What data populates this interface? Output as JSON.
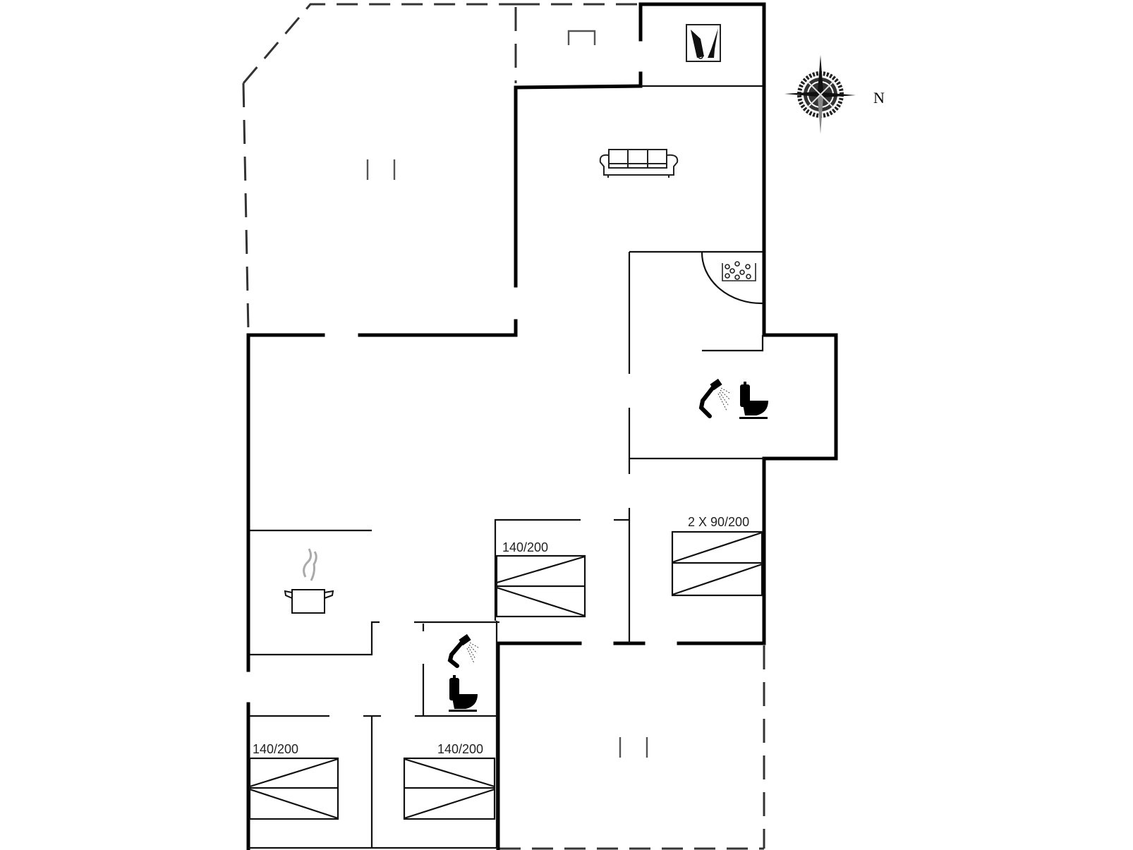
{
  "plan": {
    "compass": {
      "label": "N",
      "icon": "compass-rose-icon"
    },
    "rooms": [
      {
        "id": "terrace-top",
        "type": "terrace",
        "icon": "terrace-marker-icon"
      },
      {
        "id": "carport",
        "type": "outdoor",
        "icon": "carport-icon"
      },
      {
        "id": "utility",
        "type": "utility",
        "icon": "cleaning-tools-icon"
      },
      {
        "id": "living",
        "type": "living-room",
        "icon": "sofa-icon"
      },
      {
        "id": "spa",
        "type": "spa",
        "icon": "whirlpool-icon"
      },
      {
        "id": "bathroom-1",
        "type": "bathroom",
        "icons": [
          "shower-icon",
          "toilet-icon"
        ]
      },
      {
        "id": "kitchen",
        "type": "kitchen",
        "icon": "cooking-pot-icon"
      },
      {
        "id": "bathroom-2",
        "type": "bathroom",
        "icons": [
          "shower-icon",
          "toilet-icon"
        ]
      },
      {
        "id": "terrace-bottom",
        "type": "terrace",
        "icon": "terrace-marker-icon"
      }
    ],
    "beds": [
      {
        "id": "bedroom-1",
        "label": "140/200"
      },
      {
        "id": "bedroom-2",
        "label": "2 X 90/200"
      },
      {
        "id": "bedroom-3",
        "label": "140/200"
      },
      {
        "id": "bedroom-4",
        "label": "140/200"
      }
    ],
    "colors": {
      "wall": "#000000",
      "outline": "#333333",
      "background": "#ffffff",
      "steam": "#aaaaaa"
    }
  }
}
